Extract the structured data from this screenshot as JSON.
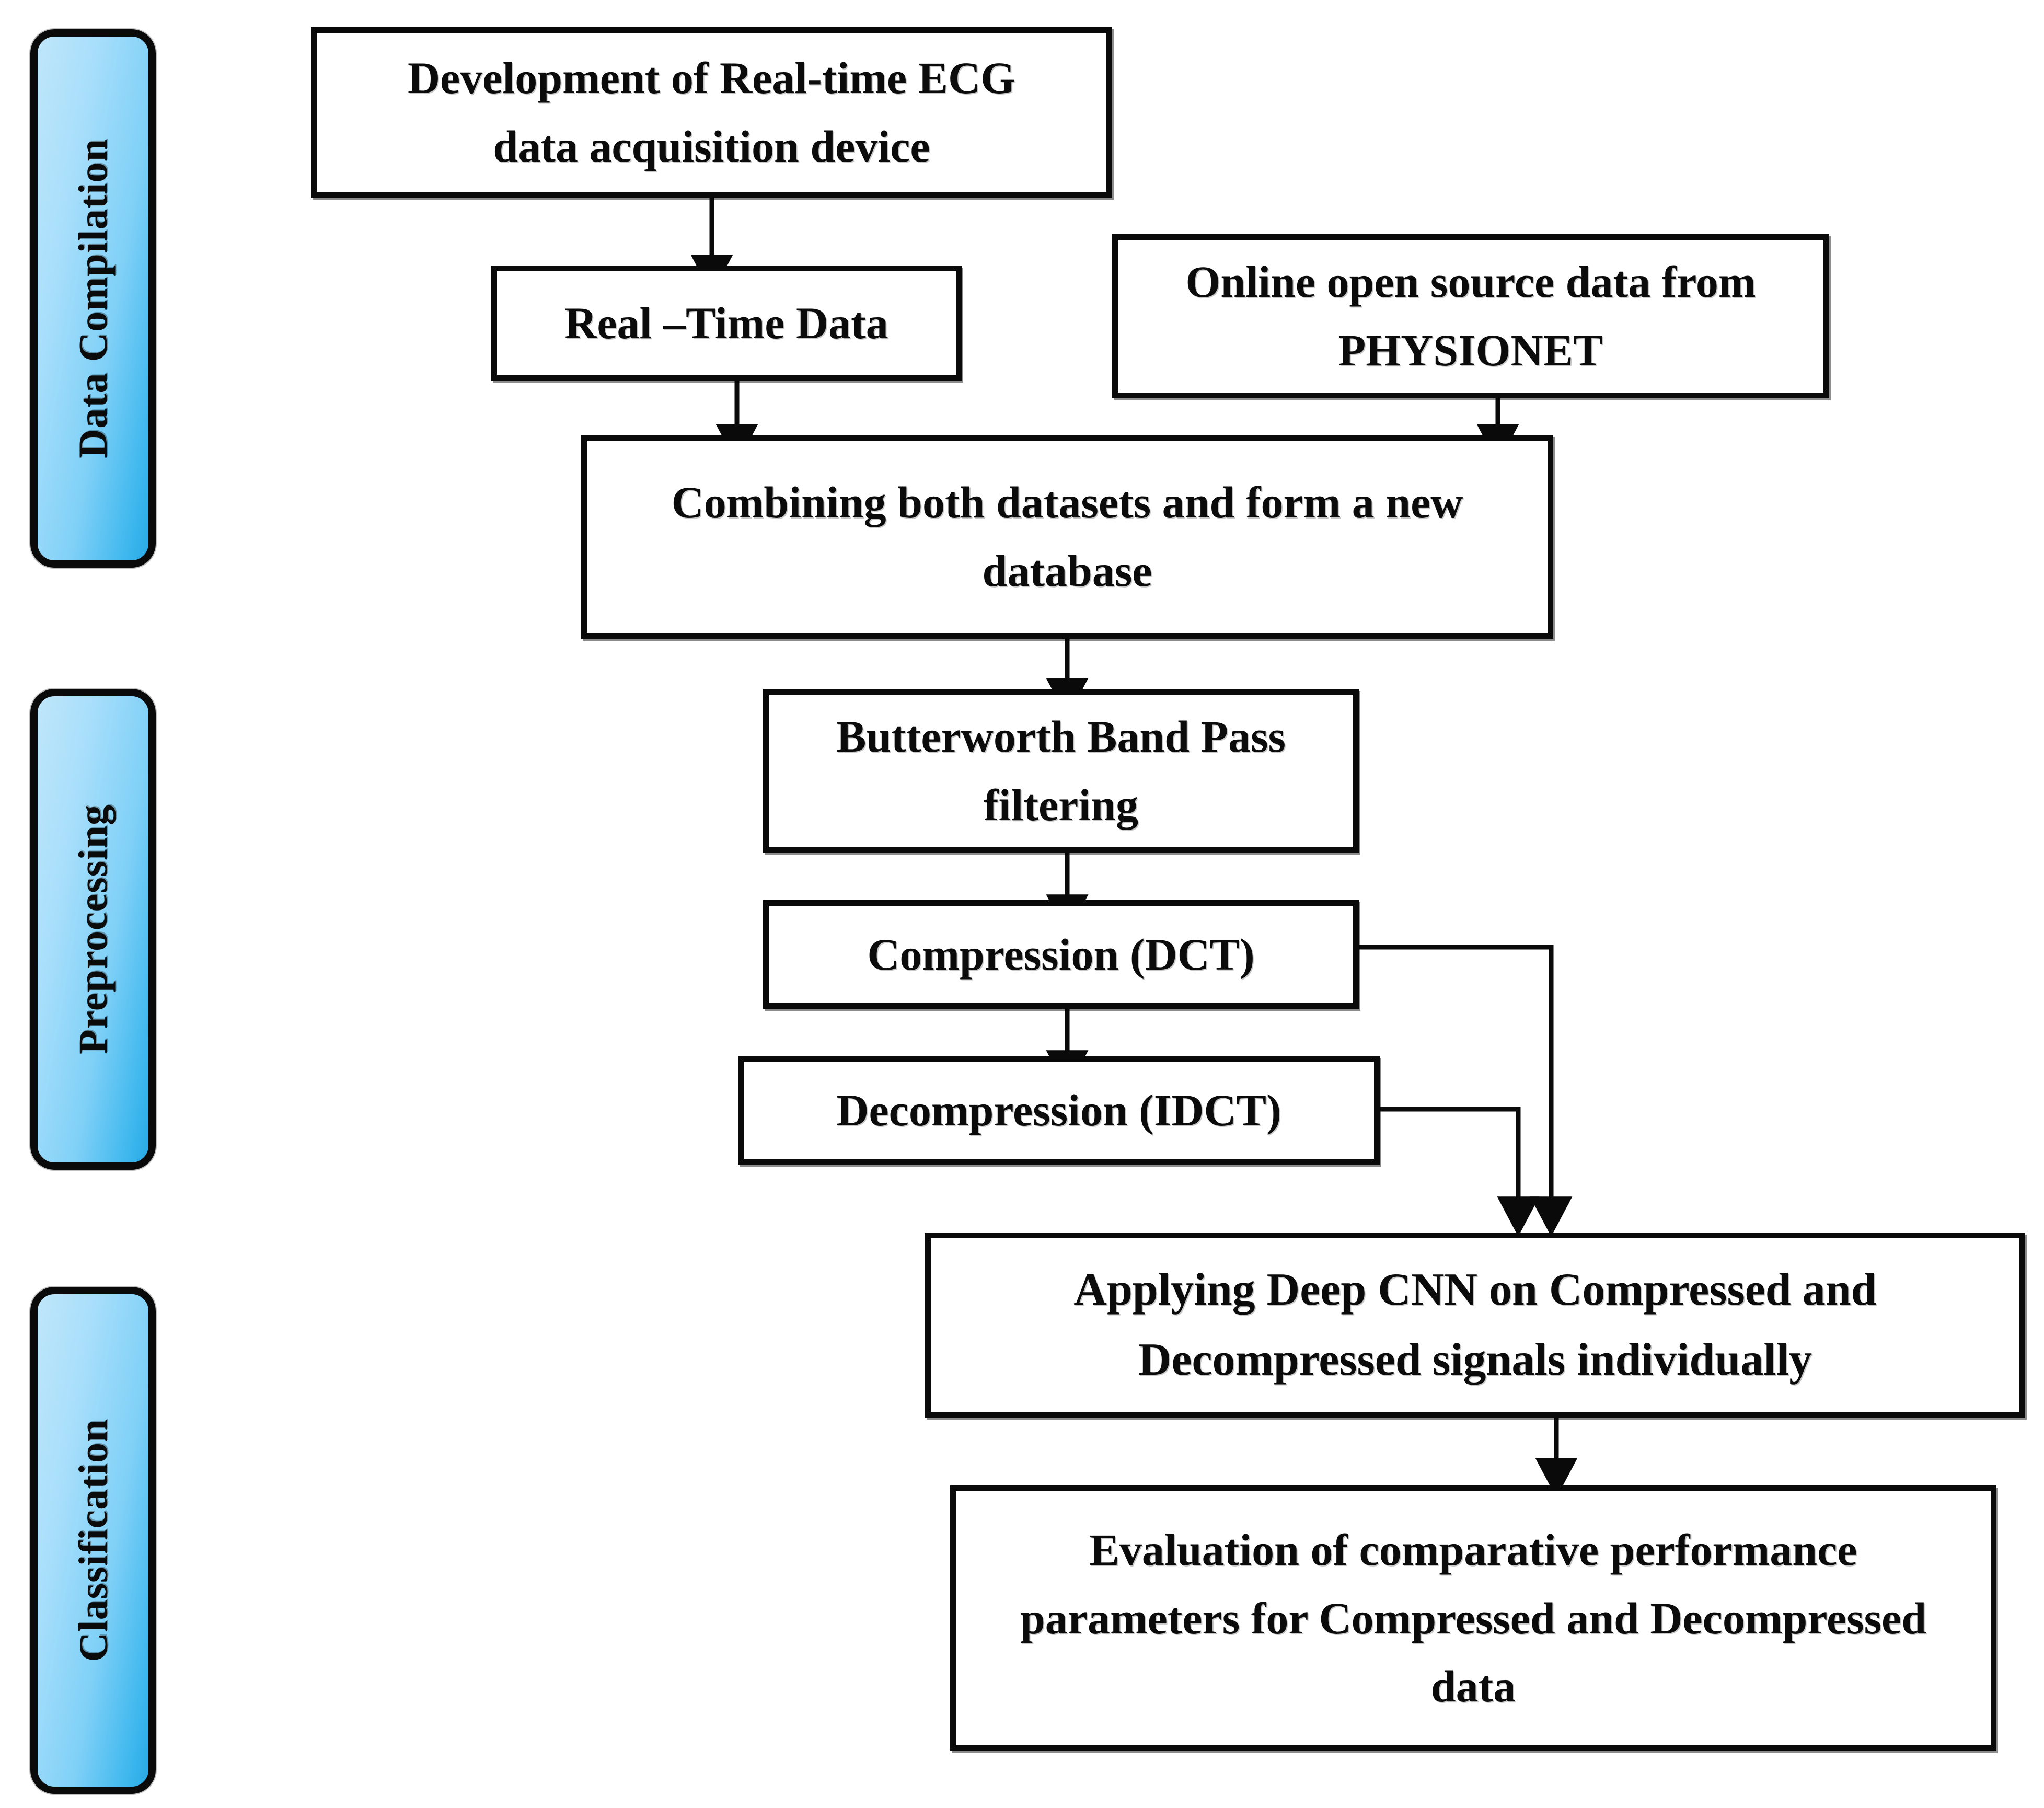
{
  "diagram": {
    "title": "ECG data acquisition, compression and deep CNN classification workflow",
    "type": "flowchart",
    "orientation": "top-to-bottom",
    "accent_color": "#4fc3f7",
    "box_border_color": "#0a0a0a",
    "background_color": "#ffffff"
  },
  "stages": [
    {
      "id": "stage-data-compilation",
      "label": "Data Compilation"
    },
    {
      "id": "stage-preprocessing",
      "label": "Preprocessing"
    },
    {
      "id": "stage-classification",
      "label": "Classification"
    }
  ],
  "nodes": [
    {
      "id": "node-development",
      "stage": "Data Compilation",
      "lines": [
        "Development of Real-time ECG",
        "data acquisition device"
      ],
      "text": "Development of Real-time ECG data acquisition device"
    },
    {
      "id": "node-realtime-data",
      "stage": "Data Compilation",
      "lines": [
        "Real –Time Data"
      ],
      "text": "Real –Time Data"
    },
    {
      "id": "node-physionet",
      "stage": "Data Compilation",
      "lines": [
        "Online open source data from",
        "PHYSIONET"
      ],
      "text": "Online open source data from PHYSIONET"
    },
    {
      "id": "node-combining",
      "stage": "Data Compilation",
      "lines": [
        "Combining both datasets and form a new",
        "database"
      ],
      "text": "Combining both datasets and form a new database"
    },
    {
      "id": "node-butterworth",
      "stage": "Preprocessing",
      "lines": [
        "Butterworth Band Pass",
        "filtering"
      ],
      "text": "Butterworth Band Pass filtering"
    },
    {
      "id": "node-compression",
      "stage": "Preprocessing",
      "lines": [
        "Compression (DCT)"
      ],
      "text": "Compression (DCT)"
    },
    {
      "id": "node-decompression",
      "stage": "Preprocessing",
      "lines": [
        "Decompression (IDCT)"
      ],
      "text": "Decompression (IDCT)"
    },
    {
      "id": "node-deep-cnn",
      "stage": "Classification",
      "lines": [
        "Applying Deep CNN on Compressed and",
        "Decompressed signals individually"
      ],
      "text": "Applying Deep CNN on Compressed and Decompressed signals individually"
    },
    {
      "id": "node-evaluation",
      "stage": "Classification",
      "lines": [
        "Evaluation of comparative performance",
        "parameters for Compressed  and Decompressed",
        "data"
      ],
      "text": "Evaluation of comparative performance parameters for Compressed and Decompressed data"
    }
  ],
  "edges": [
    {
      "from": "node-development",
      "to": "node-realtime-data",
      "style": "straight-arrow"
    },
    {
      "from": "node-realtime-data",
      "to": "node-combining",
      "style": "straight-arrow"
    },
    {
      "from": "node-physionet",
      "to": "node-combining",
      "style": "straight-arrow"
    },
    {
      "from": "node-combining",
      "to": "node-butterworth",
      "style": "straight-arrow"
    },
    {
      "from": "node-butterworth",
      "to": "node-compression",
      "style": "straight-arrow"
    },
    {
      "from": "node-compression",
      "to": "node-decompression",
      "style": "straight-arrow"
    },
    {
      "from": "node-compression",
      "to": "node-deep-cnn",
      "style": "elbow-right-arrow"
    },
    {
      "from": "node-decompression",
      "to": "node-deep-cnn",
      "style": "elbow-right-arrow"
    },
    {
      "from": "node-deep-cnn",
      "to": "node-evaluation",
      "style": "straight-arrow"
    }
  ]
}
